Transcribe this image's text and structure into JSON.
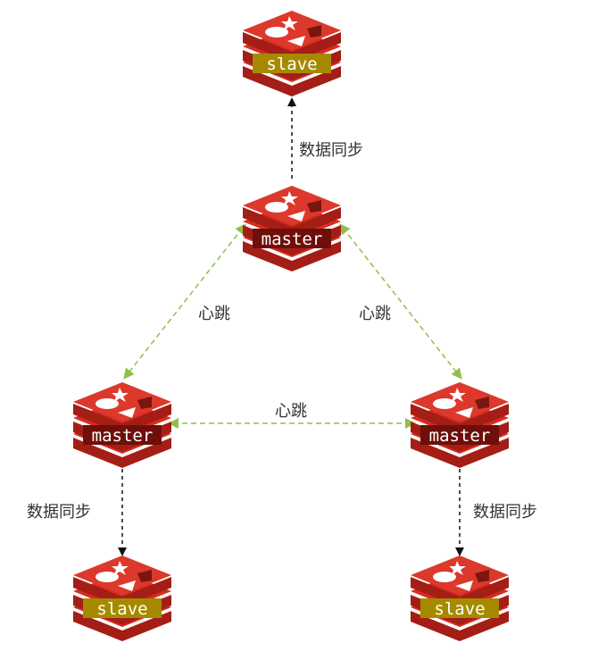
{
  "nodes": [
    {
      "id": "top-slave",
      "role": "slave"
    },
    {
      "id": "top-master",
      "role": "master"
    },
    {
      "id": "left-master",
      "role": "master"
    },
    {
      "id": "right-master",
      "role": "master"
    },
    {
      "id": "left-slave",
      "role": "slave"
    },
    {
      "id": "right-slave",
      "role": "slave"
    }
  ],
  "edges": {
    "sync_label": "数据同步",
    "heartbeat_label": "心跳"
  },
  "colors": {
    "redis_red": "#d82c20",
    "master_label_bg": "#6e0f0a",
    "slave_label_bg": "#a58a00",
    "heartbeat": "#8fbf4a",
    "sync": "#222222"
  }
}
